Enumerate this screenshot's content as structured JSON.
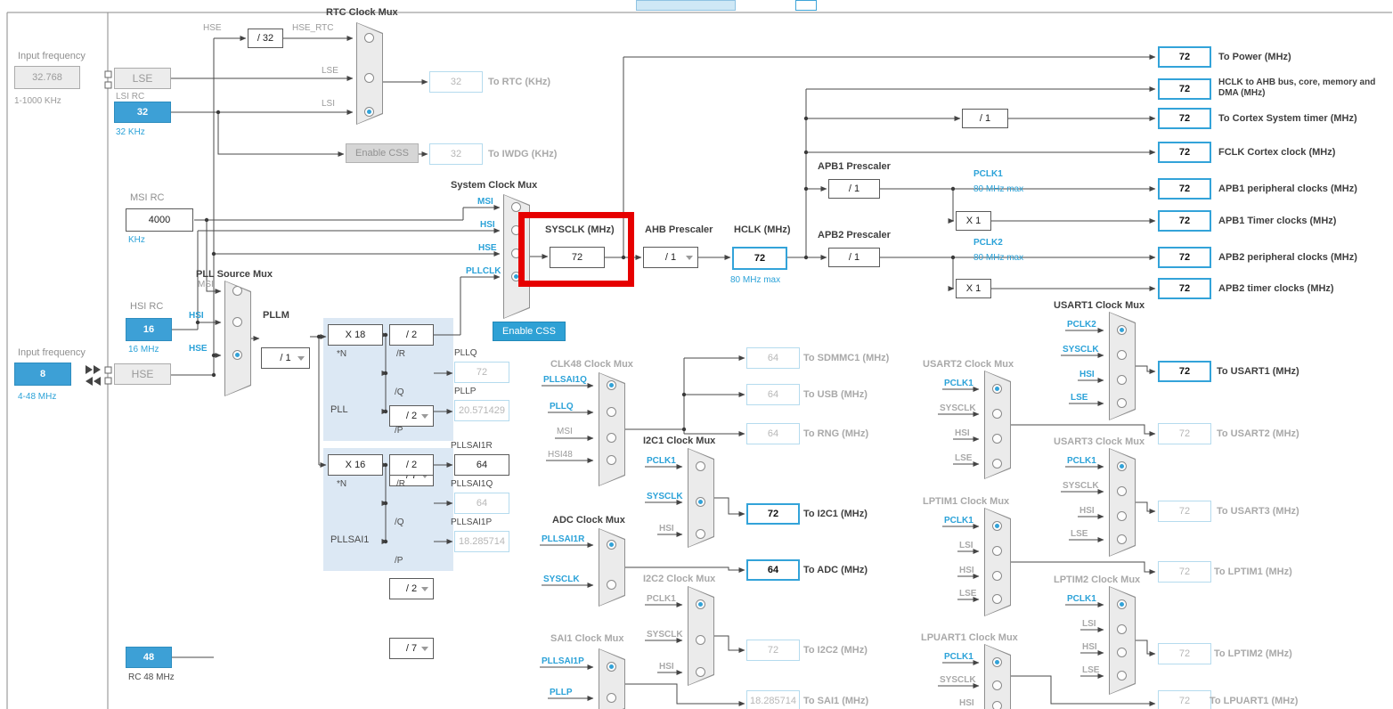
{
  "colors": {
    "accent": "#2fa3d9",
    "inactive_blue": "#b5dbee",
    "highlight_red": "#e60000"
  },
  "sources": {
    "lse_input": {
      "label": "Input frequency",
      "value": "32.768",
      "range": "1-1000 KHz"
    },
    "lse_osc": "LSE",
    "lsi": {
      "label": "LSI RC",
      "value": "32",
      "freq": "32 KHz"
    },
    "msi": {
      "label": "MSI RC",
      "value": "4000",
      "freq": "KHz"
    },
    "hsi": {
      "label": "HSI RC",
      "value": "16",
      "freq": "16 MHz"
    },
    "hse_input": {
      "label": "Input frequency",
      "value": "8",
      "range": "4-48 MHz"
    },
    "hse_osc": "HSE",
    "hsi48": {
      "value": "48",
      "freq": "RC 48 MHz"
    }
  },
  "rtc": {
    "title": "RTC Clock Mux",
    "hse_label": "HSE",
    "divider": "/ 32",
    "hse_rtc_label": "HSE_RTC",
    "lse_label": "LSE",
    "lsi_label": "LSI",
    "out_value": "32",
    "out_label": "To RTC (KHz)"
  },
  "iwdg": {
    "css_button": "Enable CSS",
    "value": "32",
    "label": "To IWDG (KHz)"
  },
  "sysmux": {
    "title": "System Clock Mux",
    "inputs": [
      "MSI",
      "HSI",
      "HSE",
      "PLLCLK"
    ],
    "sysclk_label": "SYSCLK (MHz)",
    "sysclk_value": "72",
    "css_button": "Enable CSS"
  },
  "ahb": {
    "label": "AHB Prescaler",
    "value": "/ 1"
  },
  "hclk": {
    "label": "HCLK (MHz)",
    "value": "72",
    "max": "80 MHz max"
  },
  "cortex": {
    "divider": "/ 1"
  },
  "apb1": {
    "label": "APB1 Prescaler",
    "value": "/ 1",
    "pclk_label": "PCLK1",
    "max": "80 MHz max",
    "mul": "X 1"
  },
  "apb2": {
    "label": "APB2 Prescaler",
    "value": "/ 1",
    "pclk_label": "PCLK2",
    "max": "80 MHz max",
    "mul": "X 1"
  },
  "right_outputs": [
    {
      "value": "72",
      "label": "To Power (MHz)"
    },
    {
      "value": "72",
      "label": "HCLK to AHB bus, core, memory and DMA (MHz)"
    },
    {
      "value": "72",
      "label": "To Cortex System timer (MHz)"
    },
    {
      "value": "72",
      "label": "FCLK Cortex clock (MHz)"
    },
    {
      "value": "72",
      "label": "APB1 peripheral clocks (MHz)"
    },
    {
      "value": "72",
      "label": "APB1 Timer clocks (MHz)"
    },
    {
      "value": "72",
      "label": "APB2 peripheral clocks (MHz)"
    },
    {
      "value": "72",
      "label": "APB2 timer clocks (MHz)"
    }
  ],
  "pll_source": {
    "title": "PLL Source Mux",
    "inputs": [
      "MSI",
      "HSI",
      "HSE"
    ],
    "pllm_label": "PLLM",
    "pllm_value": "/ 1"
  },
  "pll": {
    "name": "PLL",
    "n_value": "X 18",
    "n_label": "*N",
    "r_value": "/ 2",
    "r_label": "/R",
    "q_value": "/ 2",
    "q_label": "/Q",
    "pllq_label": "PLLQ",
    "pllq_value": "72",
    "p_value": "/ 7",
    "p_label": "/P",
    "pllp_label": "PLLP",
    "pllp_value": "20.571429"
  },
  "pllsai1": {
    "name": "PLLSAI1",
    "n_value": "X 16",
    "n_label": "*N",
    "r_value": "/ 2",
    "r_label": "/R",
    "r_out_label": "PLLSAI1R",
    "r_out_value": "64",
    "q_value": "/ 2",
    "q_label": "/Q",
    "q_out_label": "PLLSAI1Q",
    "q_out_value": "64",
    "p_value": "/ 7",
    "p_label": "/P",
    "p_out_label": "PLLSAI1P",
    "p_out_value": "18.285714"
  },
  "clk48": {
    "title": "CLK48 Clock Mux",
    "inputs": [
      "PLLSAI1Q",
      "PLLQ",
      "MSI",
      "HSI48"
    ],
    "outputs": [
      {
        "value": "64",
        "label": "To SDMMC1 (MHz)"
      },
      {
        "value": "64",
        "label": "To USB (MHz)"
      },
      {
        "value": "64",
        "label": "To RNG (MHz)"
      }
    ]
  },
  "i2c1": {
    "title": "I2C1 Clock Mux",
    "inputs": [
      "PCLK1",
      "SYSCLK",
      "HSI"
    ],
    "value": "72",
    "label": "To I2C1 (MHz)"
  },
  "adc": {
    "title": "ADC Clock Mux",
    "inputs": [
      "PLLSAI1R",
      "SYSCLK"
    ],
    "value": "64",
    "label": "To ADC (MHz)"
  },
  "i2c2": {
    "title": "I2C2 Clock Mux",
    "inputs": [
      "PCLK1",
      "SYSCLK",
      "HSI"
    ],
    "value": "72",
    "label": "To I2C2 (MHz)"
  },
  "sai1": {
    "title": "SAI1 Clock Mux",
    "inputs": [
      "PLLSAI1P",
      "PLLP"
    ],
    "value": "18.285714",
    "label": "To SAI1 (MHz)"
  },
  "usart1": {
    "title": "USART1 Clock Mux",
    "inputs": [
      "PCLK2",
      "SYSCLK",
      "HSI",
      "LSE"
    ],
    "value": "72",
    "label": "To USART1 (MHz)"
  },
  "usart2": {
    "title": "USART2 Clock Mux",
    "inputs": [
      "PCLK1",
      "SYSCLK",
      "HSI",
      "LSE"
    ],
    "value": "72",
    "label": "To USART2 (MHz)"
  },
  "usart3": {
    "title": "USART3 Clock Mux",
    "inputs": [
      "PCLK1",
      "SYSCLK",
      "HSI",
      "LSE"
    ],
    "value": "72",
    "label": "To USART3 (MHz)"
  },
  "lptim1": {
    "title": "LPTIM1 Clock Mux",
    "inputs": [
      "PCLK1",
      "LSI",
      "HSI",
      "LSE"
    ],
    "value": "72",
    "label": "To LPTIM1 (MHz)"
  },
  "lptim2": {
    "title": "LPTIM2 Clock Mux",
    "inputs": [
      "PCLK1",
      "LSI",
      "HSI",
      "LSE"
    ],
    "value": "72",
    "label": "To LPTIM2 (MHz)"
  },
  "lpuart1": {
    "title": "LPUART1 Clock Mux",
    "inputs": [
      "PCLK1",
      "SYSCLK",
      "HSI"
    ],
    "value": "72",
    "label": "To LPUART1 (MHz)"
  }
}
